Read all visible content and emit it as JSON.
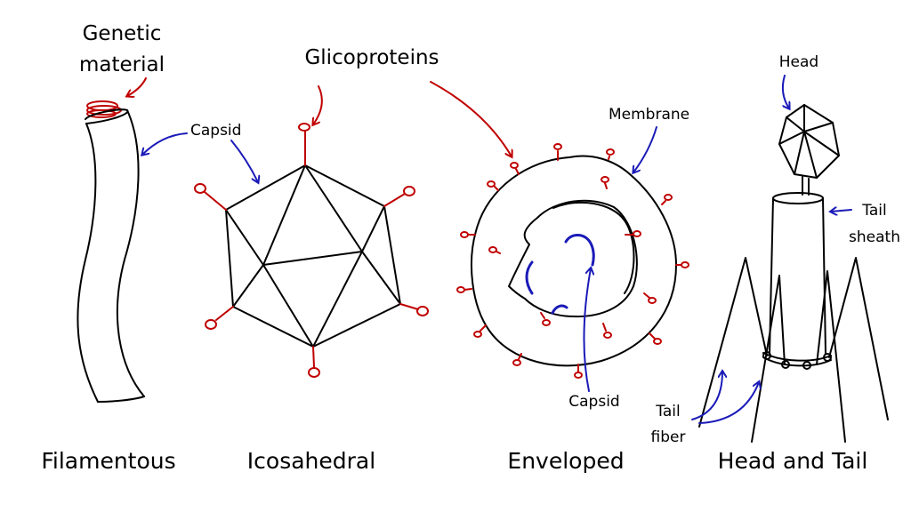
{
  "labels": {
    "genetic_material_line1": "Genetic",
    "genetic_material_line2": "material",
    "glicoproteins": "Glicoproteins",
    "capsid_filamentous": "Capsid",
    "membrane": "Membrane",
    "capsid_enveloped": "Capsid",
    "head": "Head",
    "tail_sheath_line1": "Tail",
    "tail_sheath_line2": "sheath",
    "tail_fiber_line1": "Tail",
    "tail_fiber_line2": "fiber"
  },
  "captions": {
    "filamentous": "Filamentous",
    "icosahedral": "Icosahedral",
    "enveloped": "Enveloped",
    "head_and_tail": "Head and Tail"
  },
  "colors": {
    "ink": "#000000",
    "glycoprotein_red": "#c00000",
    "annotation_blue": "#1a1ab8"
  }
}
